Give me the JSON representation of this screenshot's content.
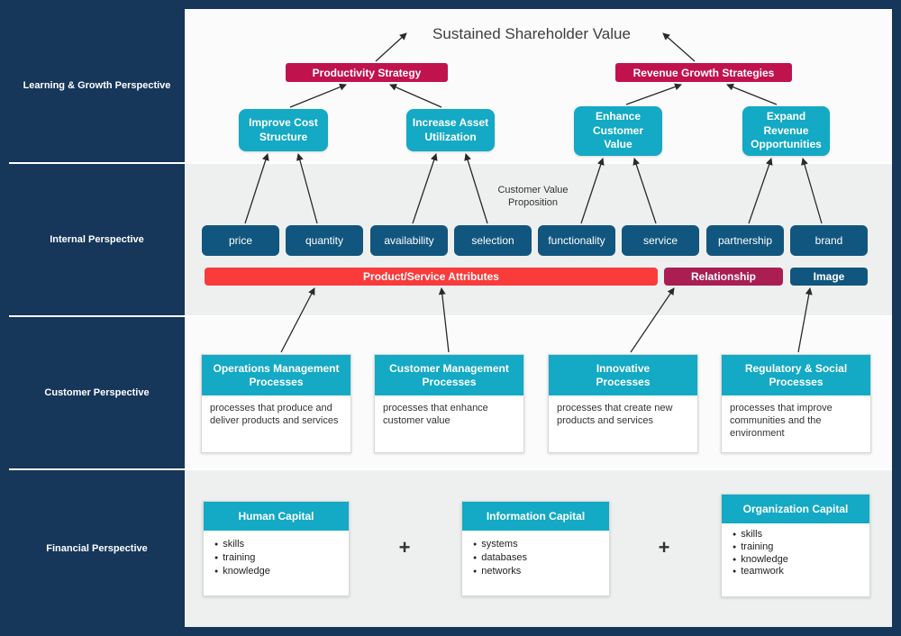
{
  "sidebar": {
    "rows": [
      {
        "label": "Learning & Growth Perspective"
      },
      {
        "label": "Internal Perspective"
      },
      {
        "label": "Customer Perspective"
      },
      {
        "label": "Financial Perspective"
      }
    ]
  },
  "title": "Sustained Shareholder Value",
  "strategies": [
    {
      "label": "Productivity Strategy"
    },
    {
      "label": "Revenue Growth Strategies"
    }
  ],
  "objectives": [
    {
      "label": "Improve Cost Structure"
    },
    {
      "label": "Increase Asset Utilization"
    },
    {
      "label": "Enhance Customer Value"
    },
    {
      "label": "Expand Revenue Opportunities"
    }
  ],
  "customer_value_proposition": "Customer Value Proposition",
  "attributes": [
    "price",
    "quantity",
    "availability",
    "selection",
    "functionality",
    "service",
    "partnership",
    "brand"
  ],
  "bars": [
    {
      "label": "Product/Service Attributes",
      "color": "#f93b3b"
    },
    {
      "label": "Relationship",
      "color": "#aa1e52"
    },
    {
      "label": "Image",
      "color": "#11567e"
    }
  ],
  "processes": [
    {
      "title": "Operations Management Processes",
      "description": "processes that produce and deliver products and services"
    },
    {
      "title": "Customer Management Processes",
      "description": "processes that enhance customer value"
    },
    {
      "title": "Innovative Processes",
      "description": "processes that create new products and services"
    },
    {
      "title": "Regulatory & Social Processes",
      "description": "processes that improve communities and the environment"
    }
  ],
  "capitals": [
    {
      "title": "Human Capital",
      "bullets": [
        "skills",
        "training",
        "knowledge"
      ]
    },
    {
      "title": "Information Capital",
      "bullets": [
        "systems",
        "databases",
        "networks"
      ]
    },
    {
      "title": "Organization Capital",
      "bullets": [
        "skills",
        "training",
        "knowledge",
        "teamwork"
      ]
    }
  ],
  "plus": "+",
  "colors": {
    "sidebar_navy": "#16365a",
    "teal": "#14a9c4",
    "crimson": "#c0134e",
    "dark_blue": "#11567e",
    "bright_red": "#f93b3b",
    "maroon": "#aa1e52",
    "band_gray": "#eef0f0"
  }
}
